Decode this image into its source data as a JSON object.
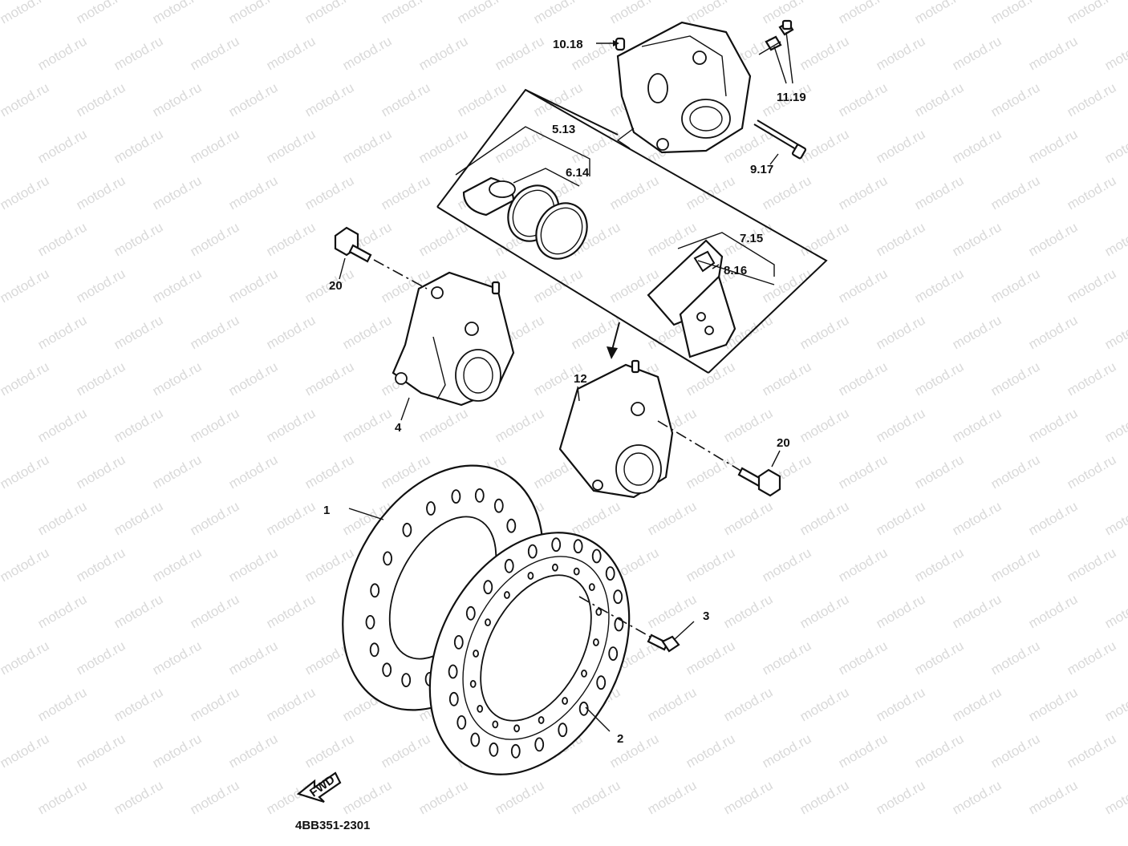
{
  "watermark": "motod.ru",
  "diagram_code": "4BB351-2301",
  "fwd_label": "FWD",
  "callouts": {
    "c1": "1",
    "c2": "2",
    "c3": "3",
    "c4": "4",
    "c5": "5.13",
    "c6": "6.14",
    "c7": "7.15",
    "c8": "8.16",
    "c9": "9.17",
    "c10": "10.18",
    "c11": "11.19",
    "c12": "12",
    "c20a": "20",
    "c20b": "20"
  }
}
